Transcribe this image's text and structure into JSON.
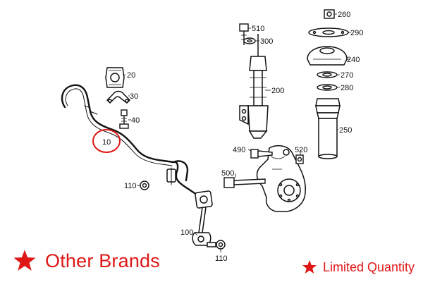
{
  "diagram": {
    "part_labels": {
      "p10": "10",
      "p20": "20",
      "p30": "30",
      "p40": "40",
      "p100": "100",
      "p110a": "110",
      "p110b": "110",
      "p200": "200",
      "p240": "240",
      "p250": "250",
      "p260": "260",
      "p270": "270",
      "p280": "280",
      "p290": "290",
      "p300": "300",
      "p490": "490",
      "p500": "500",
      "p510": "510",
      "p520": "520"
    },
    "highlight": {
      "label_key": "p10",
      "color": "#e01717",
      "shape": "ellipse"
    }
  },
  "banner": {
    "other_brands": "Other Brands",
    "limited_quantity": "Limited Quantity",
    "accent_color": "#e01717",
    "icon": "star-icon"
  }
}
